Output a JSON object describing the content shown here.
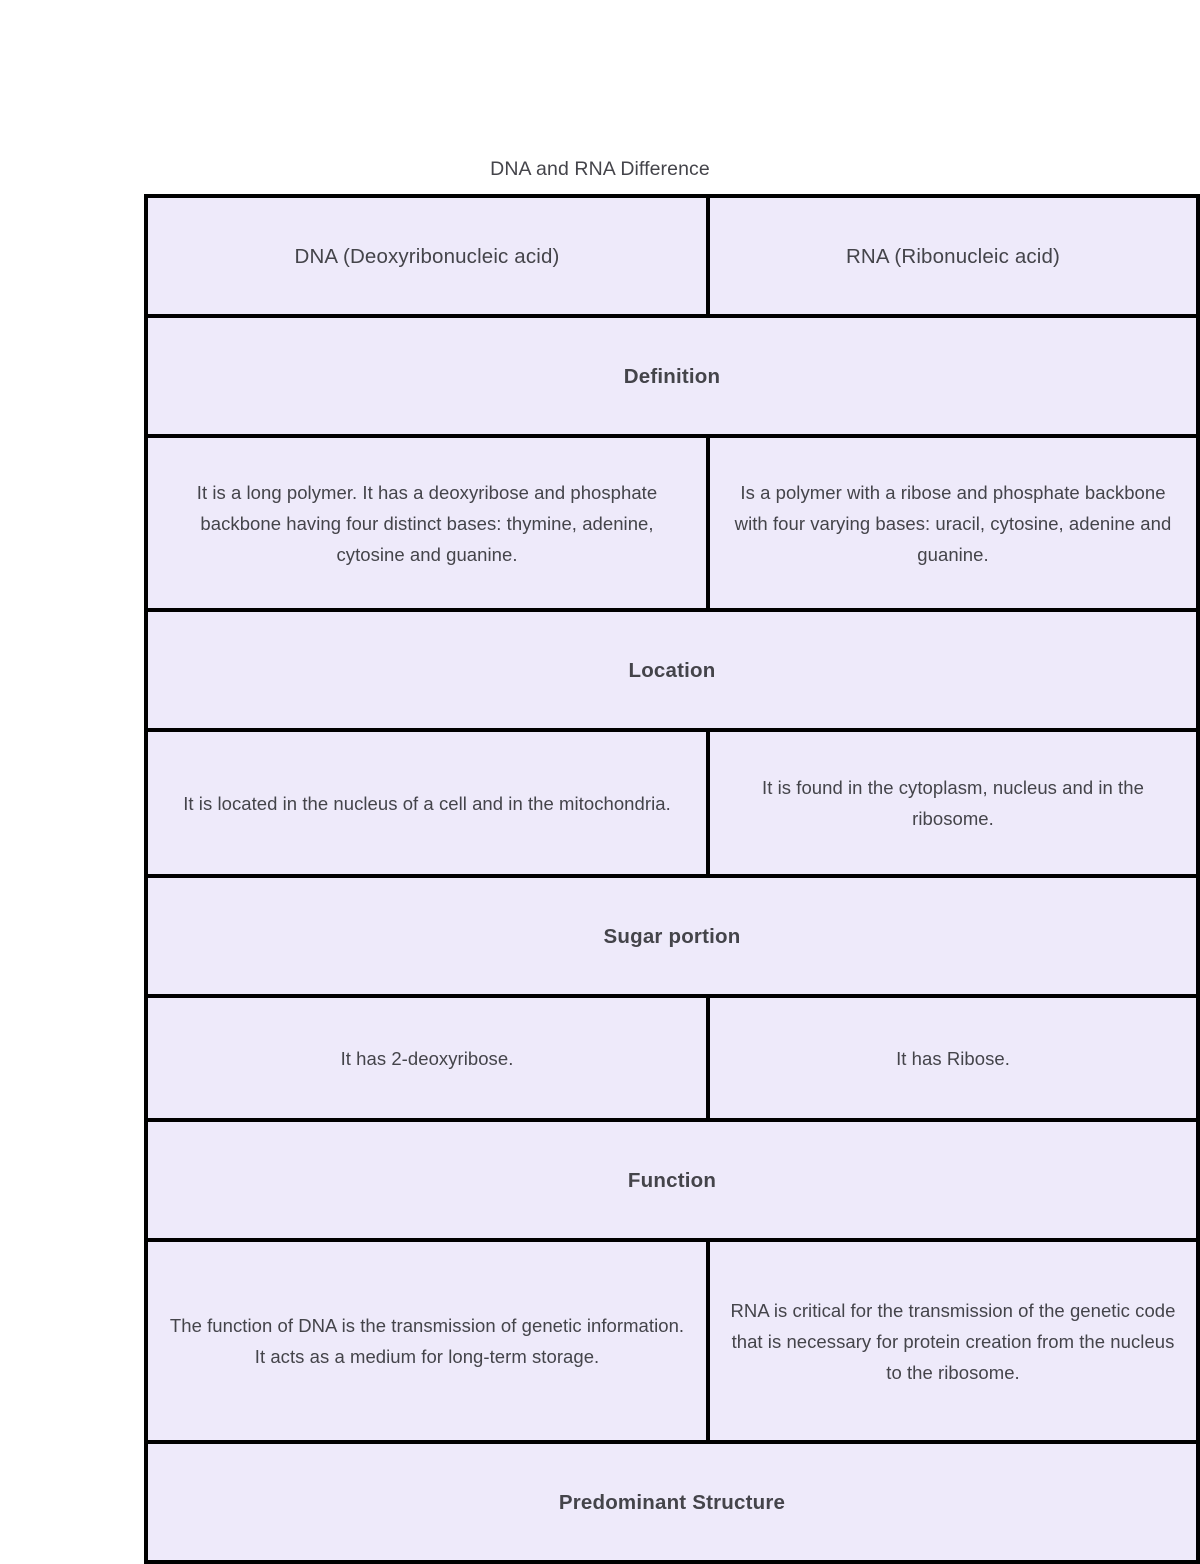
{
  "document": {
    "title": "DNA and RNA Difference"
  },
  "table": {
    "columns": [
      {
        "label": "DNA (Deoxyribonucleic acid)"
      },
      {
        "label": "RNA (Ribonucleic acid)"
      }
    ],
    "sections": [
      {
        "heading": "Definition",
        "dna": "It is a long polymer. It has a deoxyribose and phosphate backbone having four distinct bases: thymine, adenine, cytosine and guanine.",
        "rna": "Is a polymer with a ribose and phosphate backbone with four varying bases: uracil, cytosine, adenine and guanine."
      },
      {
        "heading": "Location",
        "dna": "It is located in the nucleus of a cell and in the mitochondria.",
        "rna": "It is found in the cytoplasm, nucleus and in the ribosome."
      },
      {
        "heading": "Sugar portion",
        "dna": "It has 2-deoxyribose.",
        "rna": "It has Ribose."
      },
      {
        "heading": "Function",
        "dna": "The function of DNA is the transmission of genetic information. It acts as a medium for long-term storage.",
        "rna": "RNA is critical for the transmission of the genetic code that is necessary for protein creation from the nucleus to the ribosome."
      },
      {
        "heading": "Predominant Structure",
        "dna": "",
        "rna": ""
      }
    ]
  },
  "colors": {
    "cell_background": "#eeeafa",
    "border": "#000000",
    "text": "#44444a",
    "page_background": "#ffffff"
  }
}
